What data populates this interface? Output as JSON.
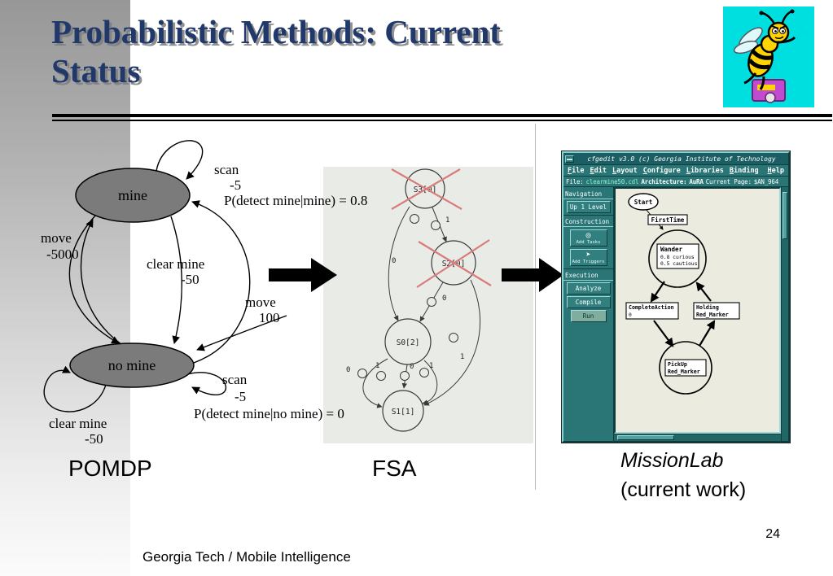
{
  "colors": {
    "title": "#21386b",
    "mascot_background": "#00dfe0",
    "pomdp_state_fill": "#7b7b7b",
    "fsa_cross_red": "#d97b7b",
    "missionlab_teal": "#2a7575"
  },
  "slide": {
    "title_line1": "Probabilistic Methods: Current",
    "title_line2": "Status",
    "footer": "Georgia Tech / Mobile Intelligence",
    "page_number": "24",
    "captions": {
      "pomdp": "POMDP",
      "fsa": "FSA",
      "missionlab_line1": "MissionLab",
      "missionlab_line2": "(current work)"
    }
  },
  "pomdp": {
    "states": {
      "mine": "mine",
      "no_mine": "no mine"
    },
    "labels": {
      "scan_top": "scan",
      "scan_top_value": "-5",
      "p_detect_mine": "P(detect mine|mine) = 0.8",
      "move_left": "move",
      "move_left_value": "-5000",
      "clear_mine_mid": "clear mine",
      "clear_mine_mid_value": "-50",
      "move_right": "move",
      "move_right_value": "100",
      "scan_bottom": "scan",
      "scan_bottom_value": "-5",
      "p_detect_no_mine": "P(detect mine|no mine) = 0",
      "clear_mine_bottom": "clear mine",
      "clear_mine_bottom_value": "-50"
    }
  },
  "fsa": {
    "states": [
      "S3[0]",
      "S2[0]",
      "S0[2]",
      "S1[1]"
    ],
    "edge_labels": [
      "1",
      "0",
      "0",
      "1",
      "0",
      "1",
      "0",
      "1"
    ]
  },
  "missionlab": {
    "titlebar": "cfgedit  v3.0   (c) Georgia Institute of Technology",
    "menus": [
      "File",
      "Edit",
      "Layout",
      "Configure",
      "Libraries",
      "Binding"
    ],
    "menu_help": "Help",
    "status": {
      "file_label": "File:",
      "file_value": "clearmine50.cdl",
      "arch_label": "Architecture:",
      "arch_value": "AuRA",
      "page_label": "Current Page:",
      "page_value": "$AN_964"
    },
    "sidebar": {
      "navigation_label": "Navigation",
      "up_level_button": "Up 1 Level",
      "construction_label": "Construction",
      "add_tasks_caption": "Add Tasks",
      "add_triggers_caption": "Add Triggers",
      "execution_label": "Execution",
      "analyze_button": "Analyze",
      "compile_button": "Compile",
      "run_button": "Run"
    },
    "icons": {
      "add_tasks_glyph": "◎",
      "add_triggers_glyph": "➤"
    },
    "canvas": {
      "start": "Start",
      "first_time": "FirstTime",
      "wander_line1": "Wander",
      "wander_line2": "0.8 curious",
      "wander_line3": "0.5 cautious",
      "complete_action_line1": "CompleteAction",
      "complete_action_line2": "0",
      "holding_line1": "Holding",
      "holding_line2": "Red_Marker",
      "pickup_line1": "PickUp",
      "pickup_line2": "Red_Marker"
    }
  }
}
